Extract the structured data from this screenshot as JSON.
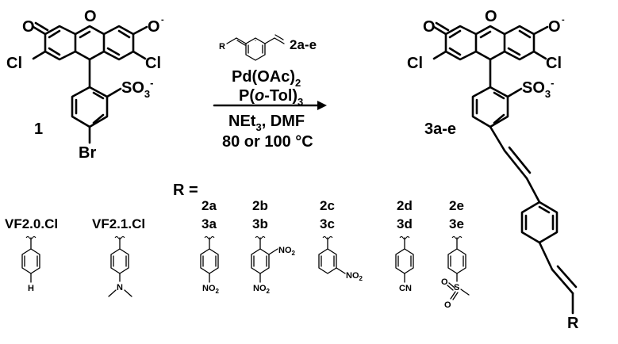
{
  "atoms": {
    "oxygen": "O",
    "oxygen_anion": "O",
    "minus": "-",
    "chlorine": "Cl",
    "sulfonate": "SO",
    "sulfonate_sub": "3",
    "bromine": "Br",
    "r_group": "R",
    "hydrogen": "H",
    "nitrogen": "N",
    "nitro": "NO",
    "nitro_sub": "2",
    "cyano": "CN",
    "sulfur": "S"
  },
  "reactant": {
    "number": "1"
  },
  "reagent": {
    "label": "2a-e"
  },
  "conditions": {
    "catalyst": "Pd(OAc)",
    "catalyst_sub": "2",
    "ligand_prefix": "P(",
    "ligand_italic": "o",
    "ligand_suffix": "-Tol)",
    "ligand_sub": "3",
    "base_prefix": "NEt",
    "base_sub": "3",
    "base_suffix": ", DMF",
    "temperature": "80 or 100 °C"
  },
  "product": {
    "label": "3a-e"
  },
  "r_equals": "R =",
  "substituents": [
    {
      "name": "VF2.0.Cl",
      "group": "H"
    },
    {
      "name": "VF2.1.Cl",
      "group": "N"
    },
    {
      "reagent": "2a",
      "product": "3a",
      "group": "NO2"
    },
    {
      "reagent": "2b",
      "product": "3b",
      "group": "NO2 x2"
    },
    {
      "reagent": "2c",
      "product": "3c",
      "group": "NO2"
    },
    {
      "reagent": "2d",
      "product": "3d",
      "group": "CN"
    },
    {
      "reagent": "2e",
      "product": "3e",
      "group": "SO2Me"
    }
  ]
}
